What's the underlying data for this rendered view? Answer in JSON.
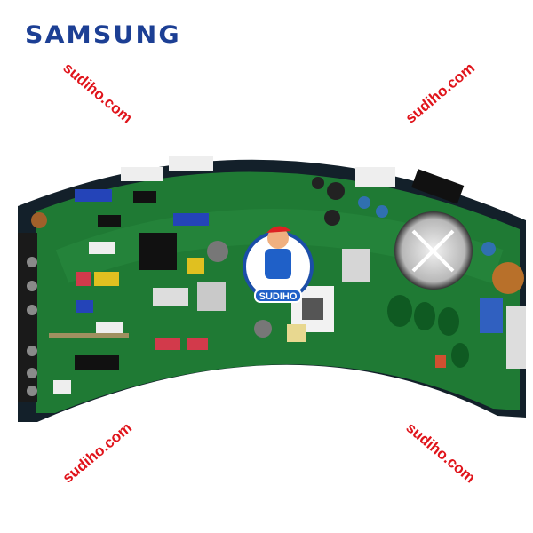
{
  "brand": {
    "name": "SAMSUNG",
    "color": "#1c3f94"
  },
  "watermarks": [
    "sudiho.com",
    "sudiho.com",
    "sudiho.com",
    "sudiho.com"
  ],
  "watermark_color": "#e0141b",
  "mascot_logo": {
    "text": "SUDIHO"
  },
  "board_color": "#1f7a34"
}
